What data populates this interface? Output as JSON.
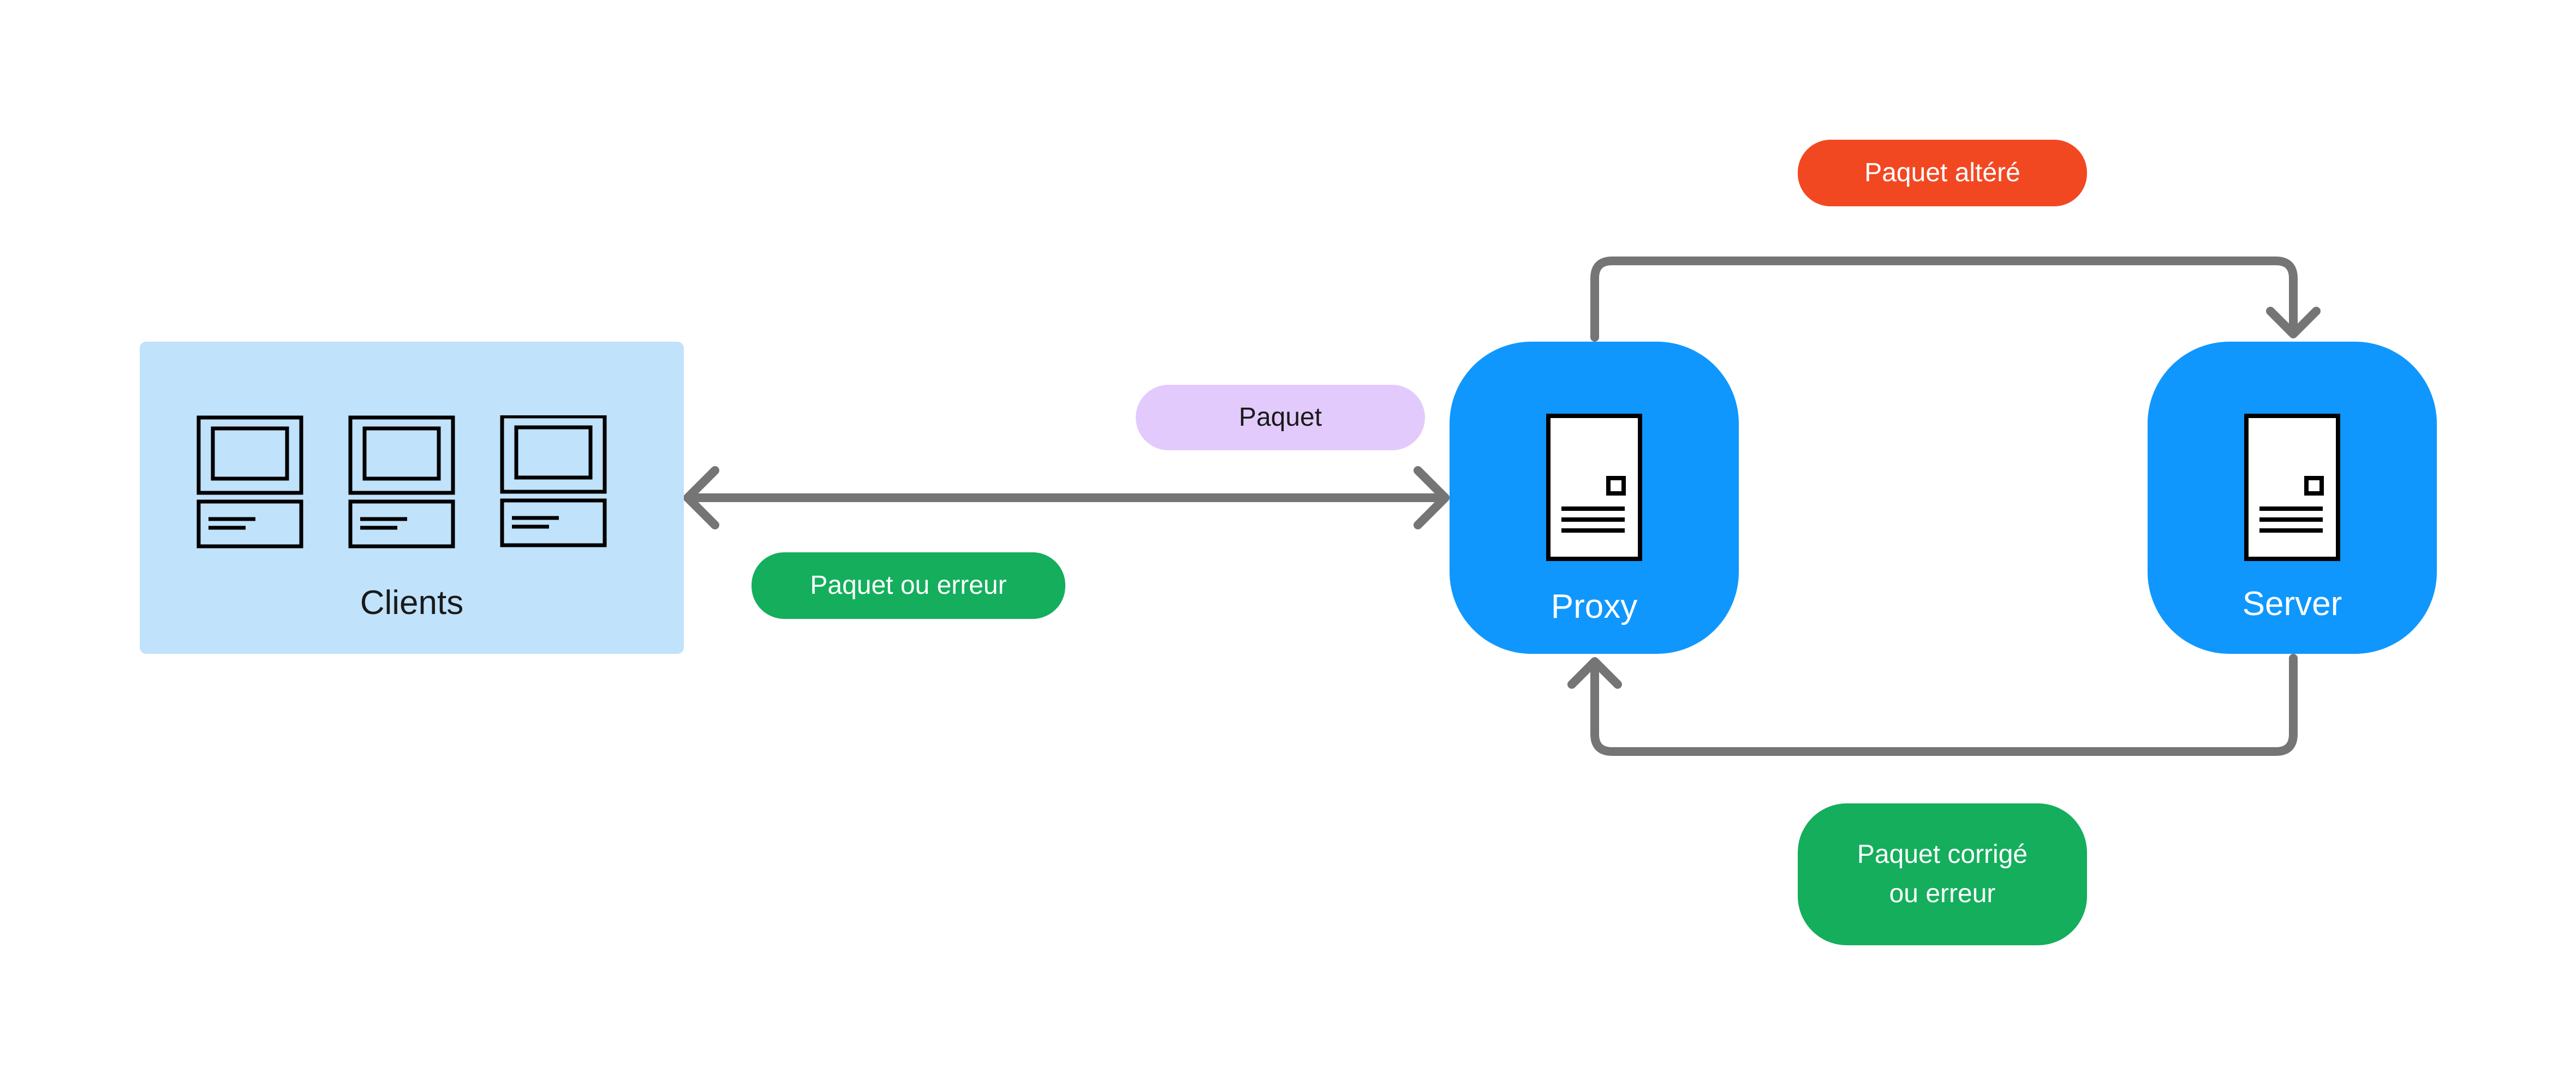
{
  "nodes": {
    "clients": {
      "label": "Clients",
      "color": "#c0e2fb",
      "icon": "computer-terminal-icon"
    },
    "proxy": {
      "label": "Proxy",
      "color": "#0f97fd",
      "icon": "server-document-icon"
    },
    "server": {
      "label": "Server",
      "color": "#0f97fd",
      "icon": "server-document-icon"
    }
  },
  "edges": {
    "packet": {
      "label": "Paquet",
      "color": "#e2cbfc"
    },
    "packet_or_error": {
      "label": "Paquet ou erreur",
      "color": "#14ae5c"
    },
    "altered_packet": {
      "label": "Paquet altéré",
      "color": "#f24822"
    },
    "corrected_packet": {
      "label": "Paquet corrigé\nou erreur",
      "color": "#14ae5c"
    }
  },
  "wire_color": "#757575",
  "icon_stroke_color": "#000000"
}
